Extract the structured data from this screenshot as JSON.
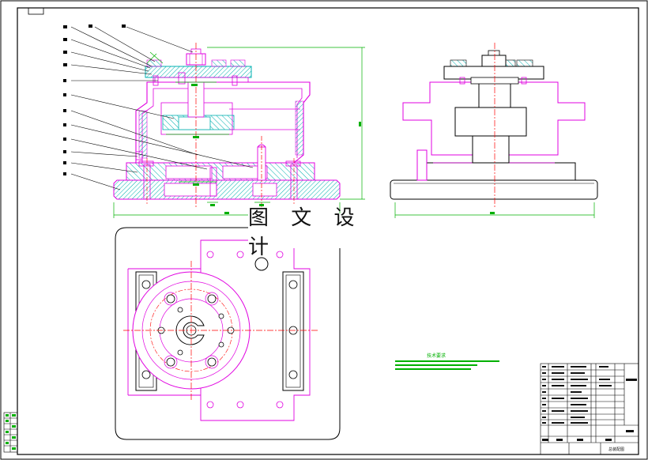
{
  "title_block": {
    "drawing_name": "总装配图"
  },
  "watermark": {
    "text": "图 文 设 计"
  },
  "notes": {
    "heading": "技术要求"
  },
  "colors": {
    "magenta": "#e000e0",
    "green": "#00b000",
    "red": "#ff0000",
    "cyan": "#00b0b0",
    "black": "#111111"
  }
}
